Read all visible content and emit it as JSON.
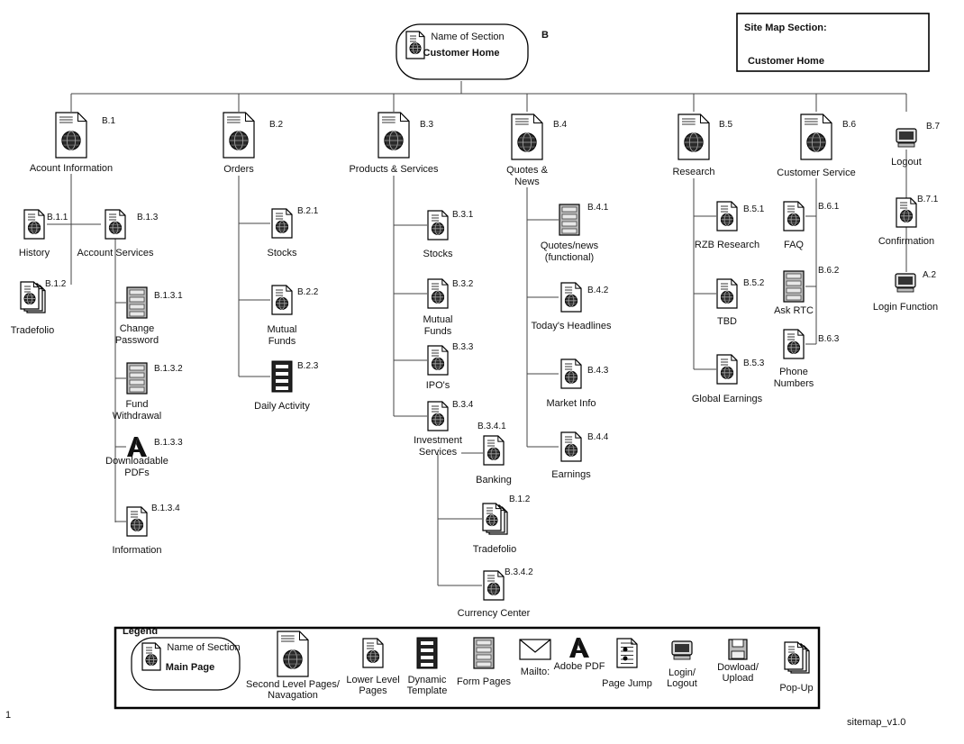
{
  "header": {
    "root_title": "Name of Section",
    "root_name": "Customer Home",
    "root_id": "B",
    "section_box_title": "Site Map Section:",
    "section_box_name": "Customer Home"
  },
  "nodes": [
    {
      "key": "b1",
      "label": "Acount Information",
      "id": "B.1",
      "icon": "second-level-page-icon"
    },
    {
      "key": "b11",
      "label": "History",
      "id": "B.1.1",
      "icon": "lower-level-page-icon"
    },
    {
      "key": "b13",
      "label": "Account Services",
      "id": "B.1.3",
      "icon": "lower-level-page-icon"
    },
    {
      "key": "b12",
      "label": "Tradefolio",
      "id": "B.1.2",
      "icon": "pop-up-icon"
    },
    {
      "key": "b131",
      "label": "Change Password",
      "id": "B.1.3.1",
      "icon": "form-page-icon"
    },
    {
      "key": "b132",
      "label": "Fund Withdrawal",
      "id": "B.1.3.2",
      "icon": "form-page-icon"
    },
    {
      "key": "b133",
      "label": "Downloadable PDFs",
      "id": "B.1.3.3",
      "icon": "adobe-pdf-icon"
    },
    {
      "key": "b134",
      "label": "Information",
      "id": "B.1.3.4",
      "icon": "lower-level-page-icon"
    },
    {
      "key": "b2",
      "label": "Orders",
      "id": "B.2",
      "icon": "second-level-page-icon"
    },
    {
      "key": "b21",
      "label": "Stocks",
      "id": "B.2.1",
      "icon": "lower-level-page-icon"
    },
    {
      "key": "b22",
      "label": "Mutual Funds",
      "id": "B.2.2",
      "icon": "lower-level-page-icon"
    },
    {
      "key": "b23",
      "label": "Daily Activity",
      "id": "B.2.3",
      "icon": "dynamic-template-icon"
    },
    {
      "key": "b3",
      "label": "Products & Services",
      "id": "B.3",
      "icon": "second-level-page-icon"
    },
    {
      "key": "b31",
      "label": "Stocks",
      "id": "B.3.1",
      "icon": "lower-level-page-icon"
    },
    {
      "key": "b32",
      "label": "Mutual Funds",
      "id": "B.3.2",
      "icon": "lower-level-page-icon"
    },
    {
      "key": "b33",
      "label": "IPO's",
      "id": "B.3.3",
      "icon": "lower-level-page-icon"
    },
    {
      "key": "b34",
      "label": "Investment Services",
      "id": "B.3.4",
      "icon": "lower-level-page-icon"
    },
    {
      "key": "b341",
      "label": "Banking",
      "id": "B.3.4.1",
      "icon": "lower-level-page-icon"
    },
    {
      "key": "b12b",
      "label": "Tradefolio",
      "id": "B.1.2",
      "icon": "pop-up-icon"
    },
    {
      "key": "b342",
      "label": "Currency Center",
      "id": "B.3.4.2",
      "icon": "lower-level-page-icon"
    },
    {
      "key": "b4",
      "label": "Quotes & News",
      "id": "B.4",
      "icon": "second-level-page-icon"
    },
    {
      "key": "b41",
      "label": "Quotes/news (functional)",
      "id": "B.4.1",
      "icon": "form-page-icon"
    },
    {
      "key": "b42",
      "label": "Today's Headlines",
      "id": "B.4.2",
      "icon": "lower-level-page-icon"
    },
    {
      "key": "b43",
      "label": "Market Info",
      "id": "B.4.3",
      "icon": "lower-level-page-icon"
    },
    {
      "key": "b44",
      "label": "Earnings",
      "id": "B.4.4",
      "icon": "lower-level-page-icon"
    },
    {
      "key": "b5",
      "label": "Research",
      "id": "B.5",
      "icon": "second-level-page-icon"
    },
    {
      "key": "b51",
      "label": "RZB Research",
      "id": "B.5.1",
      "icon": "lower-level-page-icon"
    },
    {
      "key": "b52",
      "label": "TBD",
      "id": "B.5.2",
      "icon": "lower-level-page-icon"
    },
    {
      "key": "b53",
      "label": "Global Earnings",
      "id": "B.5.3",
      "icon": "lower-level-page-icon"
    },
    {
      "key": "b6",
      "label": "Customer Service",
      "id": "B.6",
      "icon": "second-level-page-icon"
    },
    {
      "key": "b61",
      "label": "FAQ",
      "id": "B.6.1",
      "icon": "lower-level-page-icon"
    },
    {
      "key": "b62",
      "label": "Ask RTC",
      "id": "B.6.2",
      "icon": "form-page-icon"
    },
    {
      "key": "b63",
      "label": "Phone Numbers",
      "id": "B.6.3",
      "icon": "lower-level-page-icon"
    },
    {
      "key": "b7",
      "label": "Logout",
      "id": "B.7",
      "icon": "login-logout-icon"
    },
    {
      "key": "b71",
      "label": "Confirmation",
      "id": "B.7.1",
      "icon": "lower-level-page-icon"
    },
    {
      "key": "a2",
      "label": "Login Function",
      "id": "A.2",
      "icon": "login-logout-icon"
    }
  ],
  "legend": {
    "title": "Legend",
    "main_page_title": "Name of Section",
    "main_page_name": "Main Page",
    "items": [
      {
        "label": "Second Level Pages/ Navagation",
        "icon": "second-level-page-icon"
      },
      {
        "label": "Lower Level Pages",
        "icon": "lower-level-page-icon"
      },
      {
        "label": "Dynamic Template",
        "icon": "dynamic-template-icon"
      },
      {
        "label": "Form Pages",
        "icon": "form-page-icon"
      },
      {
        "label": "Mailto:",
        "icon": "mail-icon"
      },
      {
        "label": "Adobe PDF",
        "icon": "adobe-pdf-icon"
      },
      {
        "label": "Page Jump",
        "icon": "page-jump-icon"
      },
      {
        "label": "Login/ Logout",
        "icon": "login-logout-icon"
      },
      {
        "label": "Dowload/ Upload",
        "icon": "download-upload-icon"
      },
      {
        "label": "Pop-Up",
        "icon": "pop-up-icon"
      }
    ]
  },
  "footer": {
    "page_number": "1",
    "version": "sitemap_v1.0"
  }
}
